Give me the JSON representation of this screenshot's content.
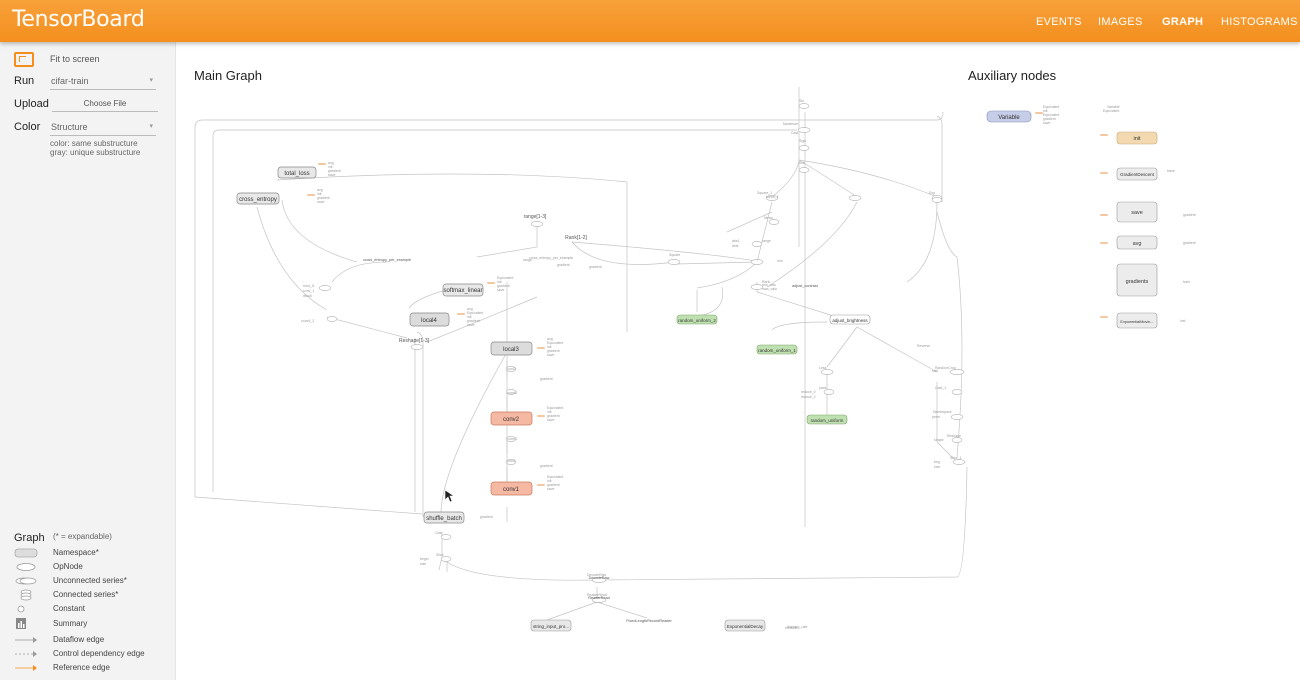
{
  "app": {
    "title": "TensorBoard"
  },
  "nav": {
    "tabs": [
      "EVENTS",
      "IMAGES",
      "GRAPH",
      "HISTOGRAMS"
    ],
    "active": "GRAPH"
  },
  "sidebar": {
    "fit_label": "Fit to screen",
    "run": {
      "label": "Run",
      "value": "cifar-train"
    },
    "upload": {
      "label": "Upload",
      "button": "Choose File"
    },
    "color": {
      "label": "Color",
      "value": "Structure",
      "note1": "color: same substructure",
      "note2": "gray: unique substructure"
    },
    "legend": {
      "title": "Graph",
      "expandable": "(* = expandable)",
      "items": [
        "Namespace*",
        "OpNode",
        "Unconnected series*",
        "Connected series*",
        "Constant",
        "Summary",
        "Dataflow edge",
        "Control dependency edge",
        "Reference edge"
      ]
    }
  },
  "graph": {
    "main_title": "Main Graph",
    "aux_title": "Auxiliary nodes",
    "nodes": {
      "total_loss": "total_loss",
      "cross_entropy": "cross_entropy",
      "softmax_linear": "softmax_linear",
      "local4": "local4",
      "local3": "local3",
      "conv2": "conv2",
      "conv1": "conv1",
      "shuffle_batch": "shuffle_batch",
      "range": "range[1-3]",
      "rank": "Rank[1-2]",
      "reshape": "Reshape[1-3]",
      "cross_entropy_per_example": "cross_entropy_per_example",
      "random_uniform_2": "random_uniform_2",
      "random_uniform_1": "random_uniform_1",
      "random_uniform": "random_uniform",
      "adjust_brightness": "adjust_brightness",
      "adjust_contrast": "adjust_contrast",
      "decode_raw": "DecodeRaw",
      "reader_read": "ReaderRead",
      "string_input": "string_input_pro...",
      "fixed_length_record_reader": "FixedLengthRecordReader",
      "exponential_decay": "ExponentialDecay",
      "variable": "Variable",
      "init": "init",
      "gradient_descent": "GradientDescent",
      "save": "save",
      "avg": "avg",
      "gradients": "gradients",
      "exponential_moving": "ExponentialMovin..."
    }
  },
  "colors": {
    "header": "#f48f1e",
    "conv": "#f5b8a3",
    "random": "#bfe0b0",
    "variable": "#c6cde8",
    "init": "#f2d9b0",
    "node_gray": "#e6e6e6"
  }
}
